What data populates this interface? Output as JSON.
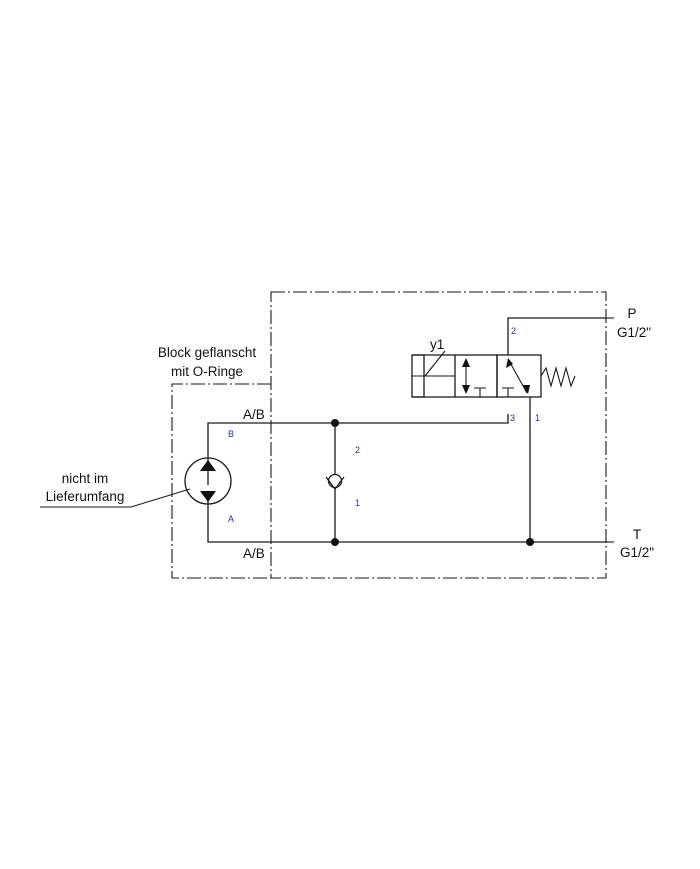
{
  "labels": {
    "block": [
      "Block geflanscht",
      "mit O-Ringe"
    ],
    "not_included": [
      "nicht im",
      "Lieferumfang"
    ],
    "ab_top": "A/B",
    "ab_bottom": "A/B",
    "solenoid": "y1",
    "p_port": "P",
    "p_thread": "G1/2\"",
    "t_port": "T",
    "t_thread": "G1/2\""
  },
  "port_numbers": {
    "pump_b": "B",
    "pump_a": "A",
    "check_2": "2",
    "check_1": "1",
    "valve_2": "2",
    "valve_3": "3",
    "valve_1": "1"
  }
}
